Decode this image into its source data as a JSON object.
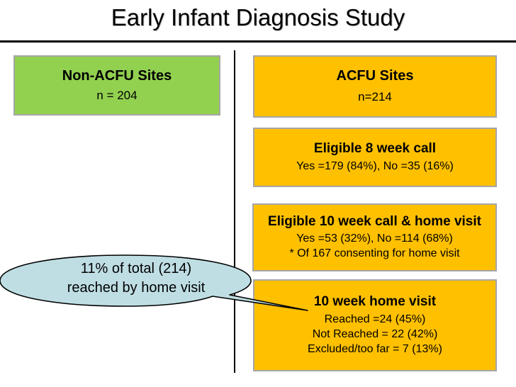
{
  "slide": {
    "title": "Early Infant Diagnosis Study"
  },
  "colors": {
    "non_acfu_fill": "#92d050",
    "acfu_fill": "#ffc000",
    "box_border": "#a6a6a6",
    "callout_fill": "#bfdee4",
    "callout_stroke": "#000000",
    "divider": "#000000"
  },
  "columns": {
    "left": {
      "box": {
        "title": "Non-ACFU Sites",
        "lines": [
          "n = 204"
        ]
      }
    },
    "right": {
      "boxes": [
        {
          "name": "acfu-sites",
          "title": "ACFU Sites",
          "lines": [
            "n=214"
          ]
        },
        {
          "name": "eligible-8-week-call",
          "title": "Eligible 8 week call",
          "lines": [
            "Yes =179 (84%), No =35 (16%)"
          ]
        },
        {
          "name": "eligible-10-week-call-home-visit",
          "title": "Eligible 10 week call & home visit",
          "lines": [
            "Yes =53 (32%), No =114 (68%)",
            "* Of 167 consenting for home visit"
          ]
        },
        {
          "name": "10-week-home-visit",
          "title": "10 week home visit",
          "lines": [
            "Reached =24 (45%)",
            "Not Reached = 22 (42%)",
            "Excluded/too far = 7 (13%)"
          ]
        }
      ]
    }
  },
  "callout": {
    "line1": "11% of total (214)",
    "line2": "reached by home visit"
  }
}
